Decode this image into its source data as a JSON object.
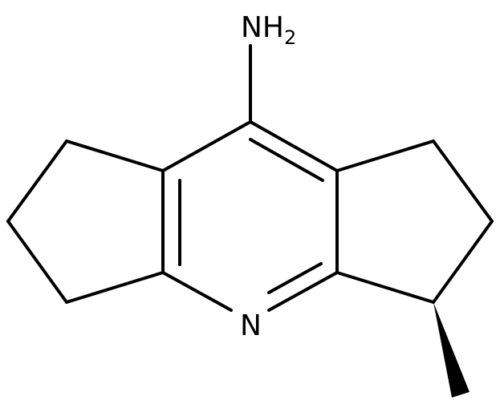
{
  "structure": {
    "atoms": {
      "amine": {
        "symbol": "NH",
        "subscript": "2"
      },
      "ring_nitrogen": {
        "symbol": "N"
      }
    },
    "colors": {
      "bond": "#000000",
      "text": "#000000",
      "background": "#ffffff"
    }
  }
}
